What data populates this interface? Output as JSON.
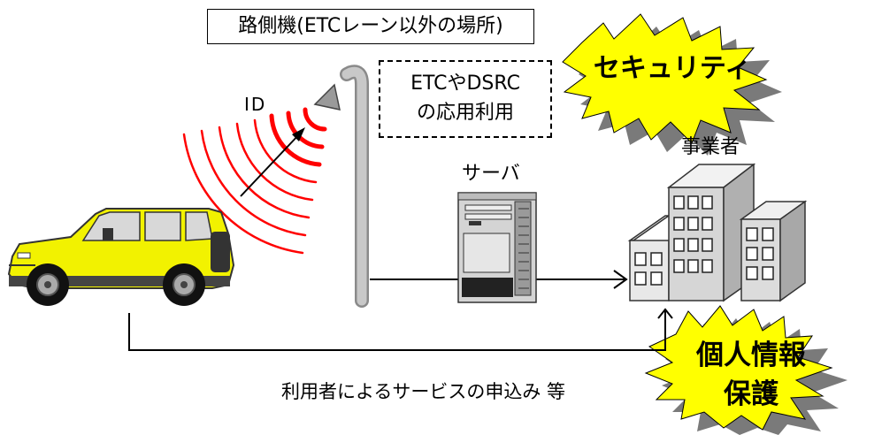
{
  "roadside_unit": {
    "label": "路側機(ETCレーン以外の場所)"
  },
  "dsrc_box": {
    "line1": "ETCやDSRC",
    "line2": "の応用利用"
  },
  "id_label": "ID",
  "server": {
    "label": "サーバ"
  },
  "company": {
    "label": "事業者"
  },
  "service_flow": {
    "label": "利用者によるサービスの申込み 等"
  },
  "badges": {
    "security": {
      "label": "セキュリティ"
    },
    "privacy": {
      "line1": "個人情報",
      "line2": "保護"
    }
  },
  "colors": {
    "car_body": "#f2f200",
    "burst_fill": "#ffff00",
    "burst_shadow": "#7a7a7a",
    "signal_wave": "#ff0000",
    "pole": "#bdbdbd",
    "building": "#d9d9d9"
  },
  "icons": [
    "car-icon",
    "antenna-pole-icon",
    "radio-wave-icon",
    "server-tower-icon",
    "office-building-icon",
    "burst-shape-icon"
  ]
}
